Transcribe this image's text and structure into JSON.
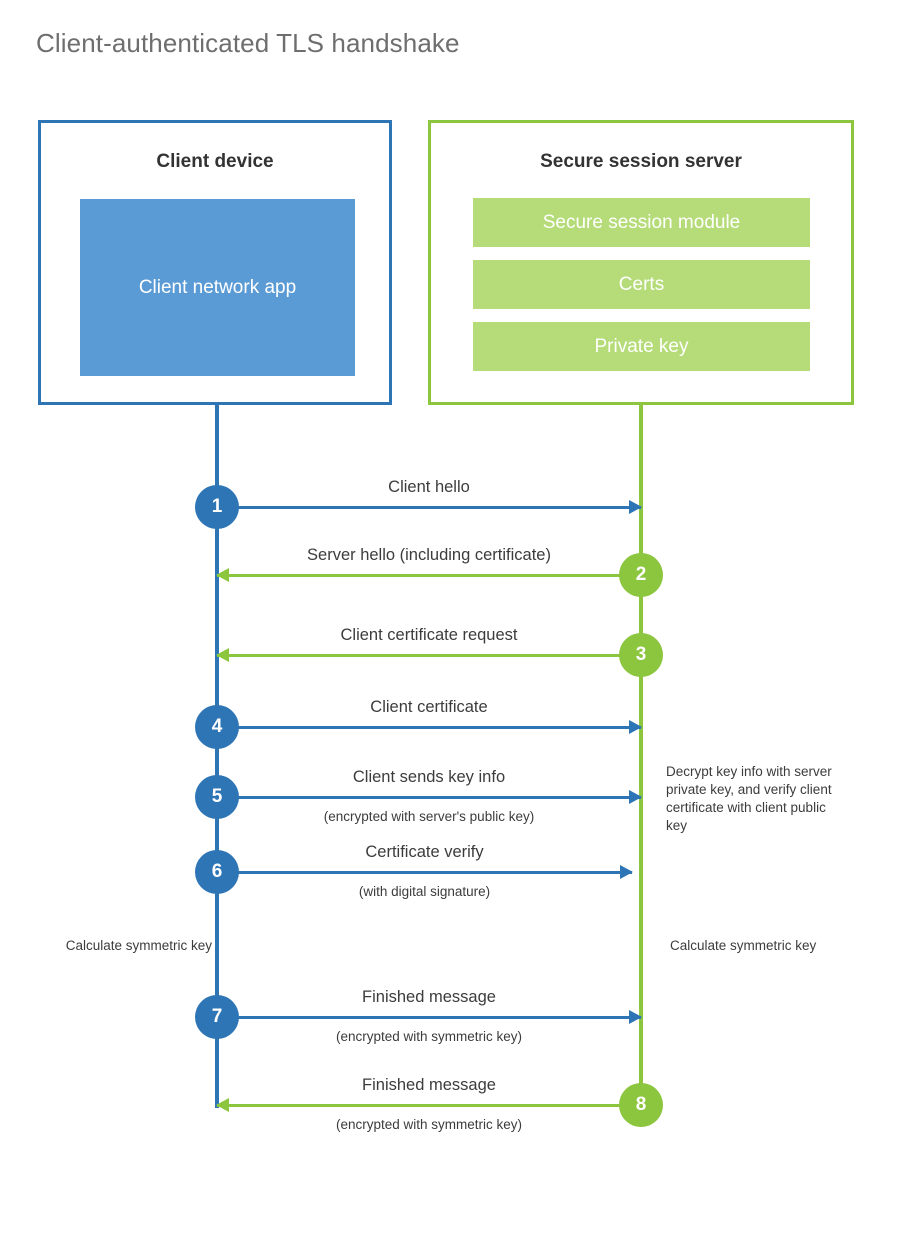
{
  "title": "Client-authenticated TLS handshake",
  "colors": {
    "client_blue": "#2e75b6",
    "client_app_fill": "#5b9bd5",
    "server_green": "#8cc63e",
    "server_bar_fill": "#b5dc78",
    "text": "#3c3c3c",
    "title_text": "#6e6e6e",
    "background": "#ffffff"
  },
  "client": {
    "title": "Client device",
    "app_label": "Client network app"
  },
  "server": {
    "title": "Secure session server",
    "components": [
      {
        "label": "Secure session module"
      },
      {
        "label": "Certs"
      },
      {
        "label": "Private key"
      }
    ]
  },
  "notes": {
    "client_calculate": "Calculate symmetric key",
    "server_calculate": "Calculate symmetric key",
    "server_decrypt": "Decrypt key info with server private key, and verify client certificate with client public key"
  },
  "messages": [
    {
      "step": "1",
      "label": "Client hello",
      "sublabel": "",
      "direction": "client-to-server",
      "color": "blue"
    },
    {
      "step": "2",
      "label": "Server hello (including certificate)",
      "sublabel": "",
      "direction": "server-to-client",
      "color": "green"
    },
    {
      "step": "3",
      "label": "Client certificate request",
      "sublabel": "",
      "direction": "server-to-client",
      "color": "green"
    },
    {
      "step": "4",
      "label": "Client certificate",
      "sublabel": "",
      "direction": "client-to-server",
      "color": "blue"
    },
    {
      "step": "5",
      "label": "Client sends key info",
      "sublabel": "(encrypted with server's public key)",
      "direction": "client-to-server",
      "color": "blue"
    },
    {
      "step": "6",
      "label": "Certificate verify",
      "sublabel": "(with digital signature)",
      "direction": "client-to-server",
      "color": "blue"
    },
    {
      "step": "7",
      "label": "Finished message",
      "sublabel": "(encrypted with symmetric key)",
      "direction": "client-to-server",
      "color": "blue"
    },
    {
      "step": "8",
      "label": "Finished message",
      "sublabel": "(encrypted with symmetric key)",
      "direction": "server-to-client",
      "color": "green"
    }
  ]
}
